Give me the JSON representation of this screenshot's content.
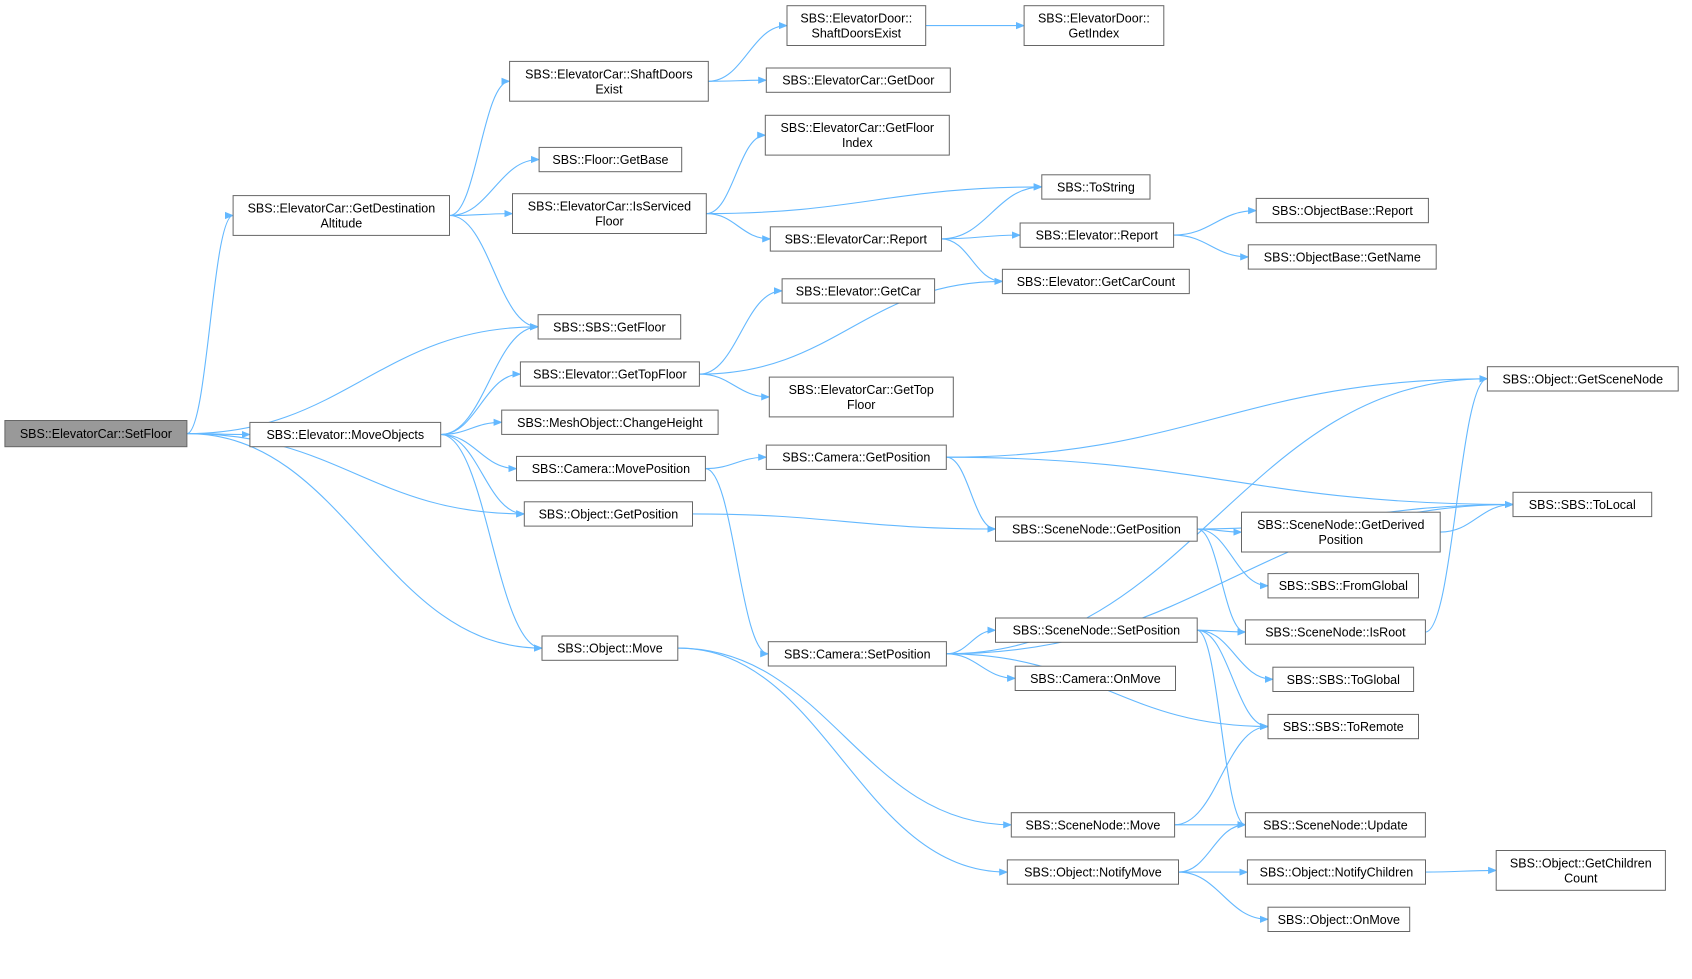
{
  "colors": {
    "edge": "#63b8ff",
    "node_border": "#666666",
    "root_fill": "#999999",
    "node_fill": "#ffffff"
  },
  "nodes": {
    "n1": [
      "SBS::ElevatorCar::SetFloor"
    ],
    "n2": [
      "SBS::ElevatorCar::GetDestination",
      "Altitude"
    ],
    "n3": [
      "SBS::Elevator::MoveObjects"
    ],
    "n4": [
      "SBS::Object::GetPosition"
    ],
    "n5": [
      "SBS::SBS::GetFloor"
    ],
    "n6": [
      "SBS::Object::Move"
    ],
    "n7": [
      "SBS::ElevatorCar::ShaftDoors",
      "Exist"
    ],
    "n8": [
      "SBS::Floor::GetBase"
    ],
    "n9": [
      "SBS::ElevatorCar::IsServiced",
      "Floor"
    ],
    "n10": [
      "SBS::Elevator::GetTopFloor"
    ],
    "n11": [
      "SBS::MeshObject::ChangeHeight"
    ],
    "n12": [
      "SBS::Camera::MovePosition"
    ],
    "n13": [
      "SBS::ElevatorDoor::",
      "ShaftDoorsExist"
    ],
    "n14": [
      "SBS::ElevatorCar::GetDoor"
    ],
    "n15": [
      "SBS::ElevatorDoor::",
      "GetIndex"
    ],
    "n16": [
      "SBS::ElevatorCar::GetFloor",
      "Index"
    ],
    "n17": [
      "SBS::ToString"
    ],
    "n18": [
      "SBS::ElevatorCar::Report"
    ],
    "n19": [
      "SBS::Elevator::Report"
    ],
    "n20": [
      "SBS::Elevator::GetCarCount"
    ],
    "n21": [
      "SBS::ObjectBase::Report"
    ],
    "n22": [
      "SBS::ObjectBase::GetName"
    ],
    "n23": [
      "SBS::Elevator::GetCar"
    ],
    "n24": [
      "SBS::ElevatorCar::GetTop",
      "Floor"
    ],
    "n25": [
      "SBS::Camera::GetPosition"
    ],
    "n26": [
      "SBS::Camera::SetPosition"
    ],
    "n27": [
      "SBS::SceneNode::GetPosition"
    ],
    "n28": [
      "SBS::Object::GetSceneNode"
    ],
    "n29": [
      "SBS::SBS::ToLocal"
    ],
    "n30": [
      "SBS::SceneNode::GetDerived",
      "Position"
    ],
    "n31": [
      "SBS::SBS::FromGlobal"
    ],
    "n32": [
      "SBS::SceneNode::IsRoot"
    ],
    "n33": [
      "SBS::SceneNode::SetPosition"
    ],
    "n34": [
      "SBS::Camera::OnMove"
    ],
    "n35": [
      "SBS::SBS::ToGlobal"
    ],
    "n36": [
      "SBS::SBS::ToRemote"
    ],
    "n37": [
      "SBS::SceneNode::Move"
    ],
    "n38": [
      "SBS::SceneNode::Update"
    ],
    "n39": [
      "SBS::Object::NotifyMove"
    ],
    "n40": [
      "SBS::Object::NotifyChildren"
    ],
    "n41": [
      "SBS::Object::GetChildren",
      "Count"
    ],
    "n42": [
      "SBS::Object::OnMove"
    ]
  }
}
